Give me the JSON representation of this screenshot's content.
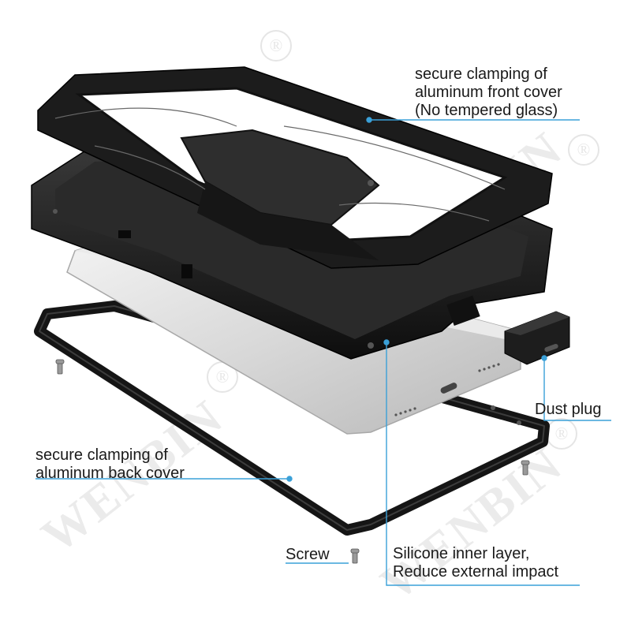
{
  "annotations": {
    "front_cover": [
      "secure clamping of",
      "aluminum front cover",
      "(No tempered glass)"
    ],
    "dust_plug": "Dust plug",
    "back_cover": [
      "secure clamping of",
      "aluminum back cover"
    ],
    "screw": "Screw",
    "silicone": [
      "Silicone inner layer,",
      "Reduce external impact"
    ]
  },
  "watermark": {
    "text": "WENBIN",
    "registered_mark": "®"
  },
  "colors": {
    "callout_line": "#3aa0d8",
    "case_black": "#1c1c1c",
    "phone_silver": "#dcdcdc"
  }
}
